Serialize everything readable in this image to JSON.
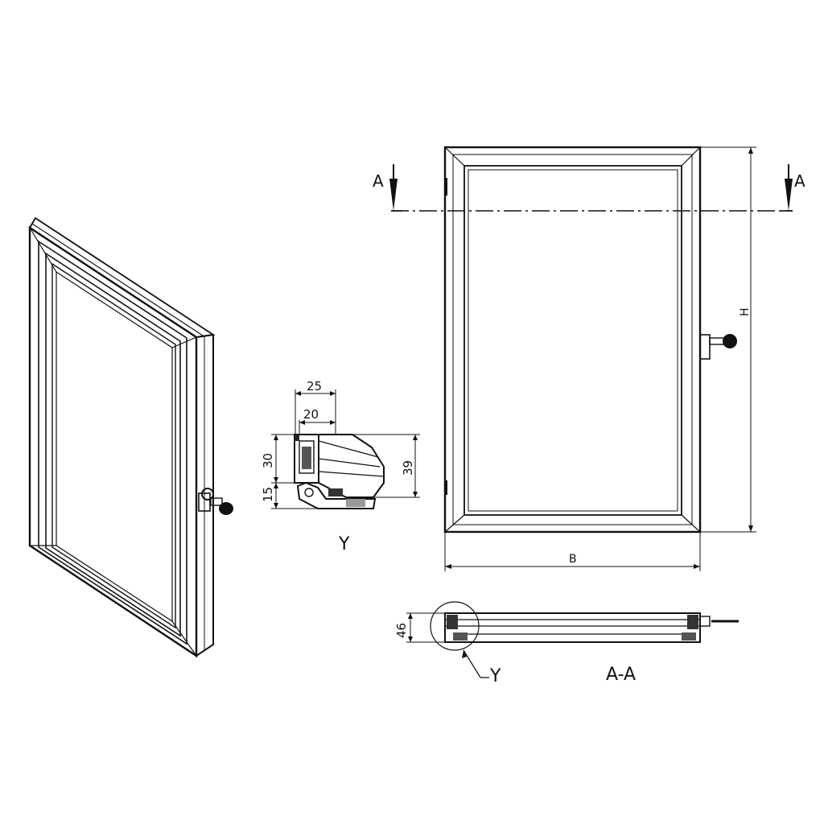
{
  "section_mark": {
    "left": "A",
    "right": "A"
  },
  "front_view": {
    "height_label": "H",
    "width_label": "B"
  },
  "detail_y": {
    "title": "Y",
    "dimensions": {
      "d25": "25",
      "d20": "20",
      "d30": "30",
      "d15": "15",
      "d39": "39"
    }
  },
  "section_view": {
    "title": "A-A",
    "depth_label": "46",
    "detail_ref": "Y"
  },
  "colors": {
    "line": "#111111",
    "background": "#ffffff"
  }
}
